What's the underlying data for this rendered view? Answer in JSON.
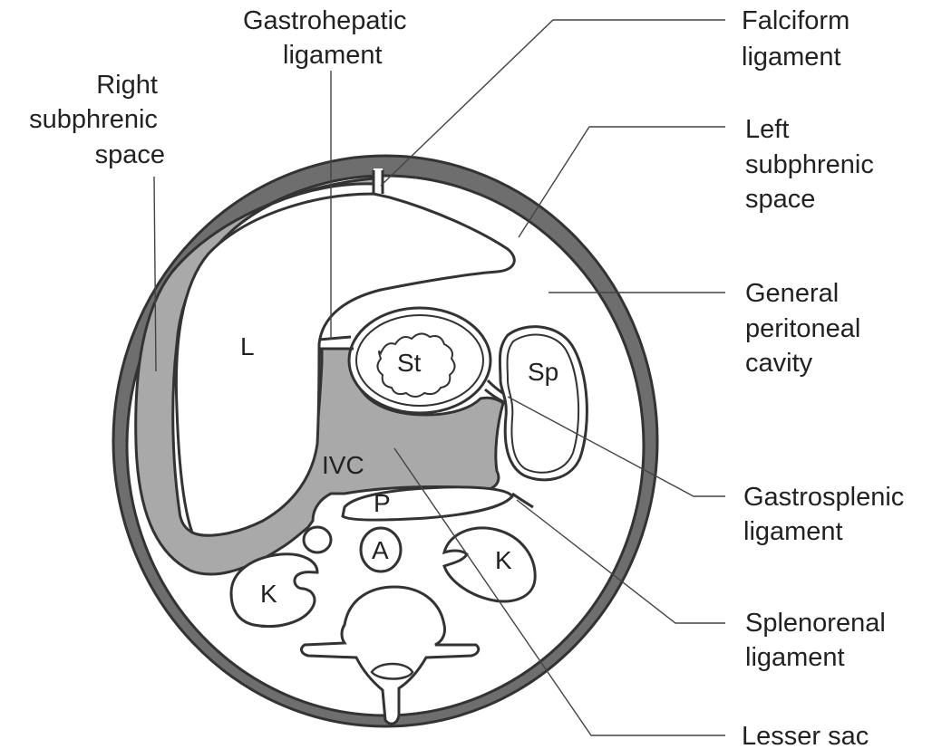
{
  "labels": {
    "gastrohepatic": [
      "Gastrohepatic",
      "ligament"
    ],
    "falciform": [
      "Falciform",
      "ligament"
    ],
    "right_subphrenic": [
      "Right",
      "subphrenic",
      "space"
    ],
    "left_subphrenic": [
      "Left",
      "subphrenic",
      "space"
    ],
    "general_peritoneal": [
      "General",
      "peritoneal",
      "cavity"
    ],
    "gastrosplenic": [
      "Gastrosplenic",
      "ligament"
    ],
    "splenorenal": [
      "Splenorenal",
      "ligament"
    ],
    "lesser_sac": [
      "Lesser sac"
    ]
  },
  "organs": {
    "liver": "L",
    "stomach": "St",
    "spleen": "Sp",
    "ivc": "IVC",
    "pancreas": "P",
    "aorta": "A",
    "kidney_right": "K",
    "kidney_left": "K"
  },
  "colors": {
    "outline": "#3a3a3a",
    "shaded": "#a9a9a9",
    "background": "#ffffff"
  }
}
